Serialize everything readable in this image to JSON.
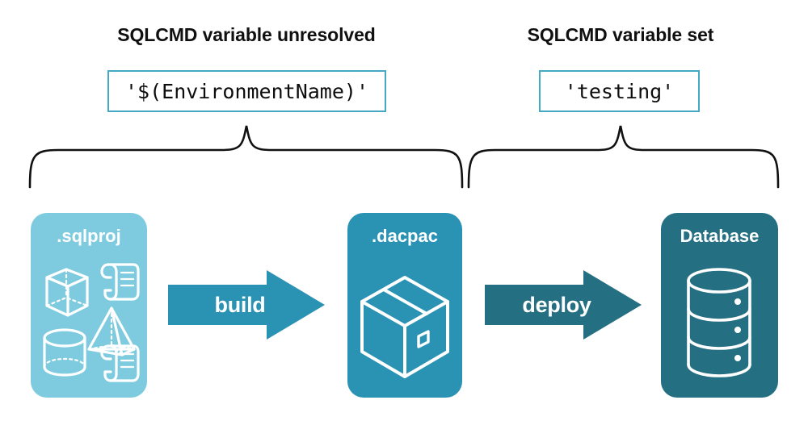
{
  "diagram": {
    "sections": [
      {
        "title": "SQLCMD variable unresolved",
        "value": "'$(EnvironmentName)'"
      },
      {
        "title": "SQLCMD variable set",
        "value": "'testing'"
      }
    ],
    "stages": [
      {
        "label": ".sqlproj",
        "color": "#7ecbe0",
        "art": "shapes-and-scripts-icon"
      },
      {
        "label": ".dacpac",
        "color": "#2a93b4",
        "art": "package-box-icon"
      },
      {
        "label": "Database",
        "color": "#256f82",
        "art": "database-cylinder-icon"
      }
    ],
    "arrows": [
      {
        "label": "build",
        "color": "#2a93b4"
      },
      {
        "label": "deploy",
        "color": "#256f82"
      }
    ],
    "accent_color": "#45a8c4",
    "brace_color": "#111111",
    "background": "#ffffff"
  }
}
